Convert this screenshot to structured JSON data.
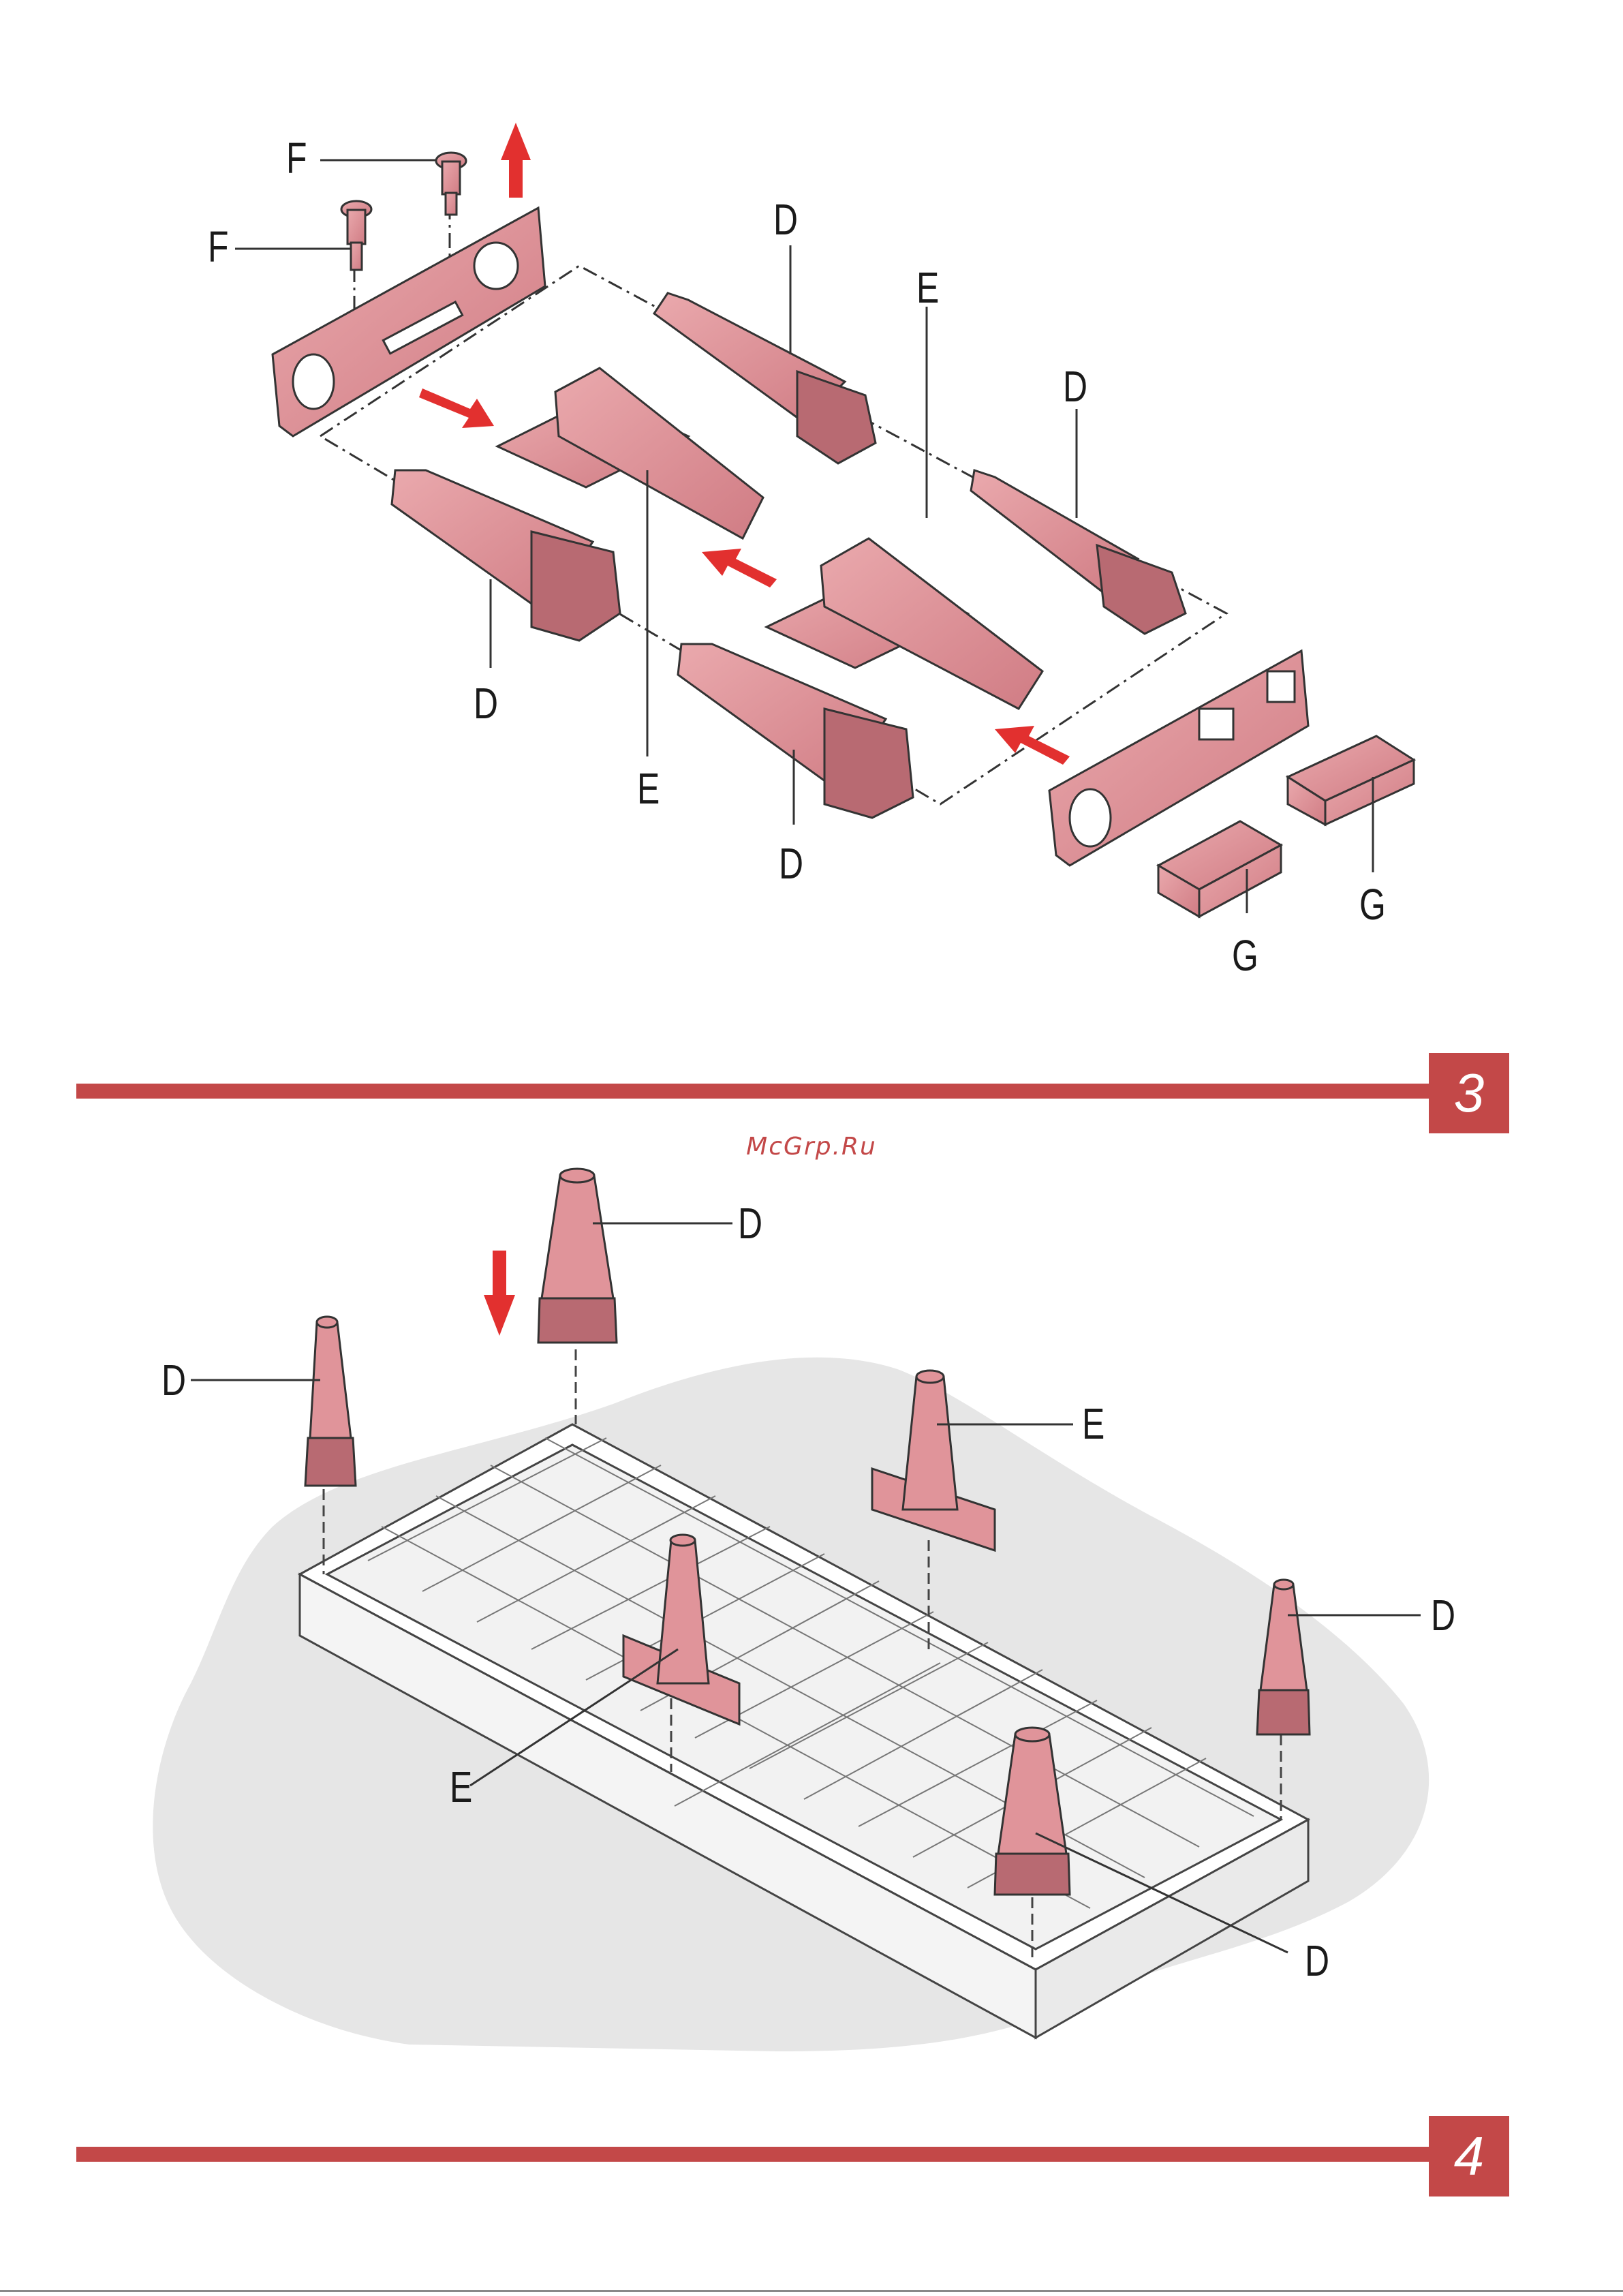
{
  "watermark": "McGrp.Ru",
  "steps": [
    {
      "number": "3"
    },
    {
      "number": "4"
    }
  ],
  "figure_top": {
    "labels": {
      "F1": "F",
      "F2": "F",
      "D1": "D",
      "D2": "D",
      "D3": "D",
      "D4": "D",
      "E1": "E",
      "E2": "E",
      "G1": "G",
      "G2": "G"
    }
  },
  "figure_bottom": {
    "labels": {
      "D1": "D",
      "D2": "D",
      "D3": "D",
      "D4": "D",
      "E1": "E",
      "E2": "E"
    }
  },
  "colors": {
    "part_fill": "#e0949a",
    "part_dark": "#b86a72",
    "accent": "#c34848",
    "arrow": "#e2302f",
    "floor": "#e6e6e6"
  }
}
